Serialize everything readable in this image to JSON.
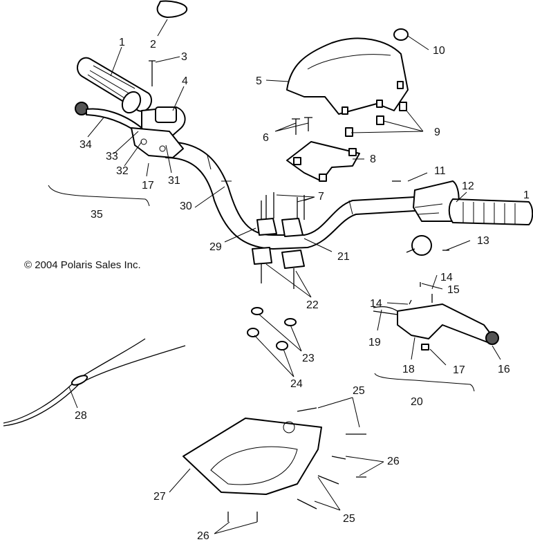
{
  "copyright": "© 2004 Polaris Sales Inc.",
  "callouts": [
    {
      "id": "c1a",
      "text": "1"
    },
    {
      "id": "c2",
      "text": "2"
    },
    {
      "id": "c3",
      "text": "3"
    },
    {
      "id": "c4",
      "text": "4"
    },
    {
      "id": "c5",
      "text": "5"
    },
    {
      "id": "c6",
      "text": "6"
    },
    {
      "id": "c7",
      "text": "7"
    },
    {
      "id": "c8",
      "text": "8"
    },
    {
      "id": "c9",
      "text": "9"
    },
    {
      "id": "c10",
      "text": "10"
    },
    {
      "id": "c11",
      "text": "11"
    },
    {
      "id": "c12",
      "text": "12"
    },
    {
      "id": "c1b",
      "text": "1"
    },
    {
      "id": "c13",
      "text": "13"
    },
    {
      "id": "c14a",
      "text": "14"
    },
    {
      "id": "c14b",
      "text": "14"
    },
    {
      "id": "c15",
      "text": "15"
    },
    {
      "id": "c16",
      "text": "16"
    },
    {
      "id": "c17a",
      "text": "17"
    },
    {
      "id": "c17b",
      "text": "17"
    },
    {
      "id": "c18",
      "text": "18"
    },
    {
      "id": "c19",
      "text": "19"
    },
    {
      "id": "c20",
      "text": "20"
    },
    {
      "id": "c21",
      "text": "21"
    },
    {
      "id": "c22",
      "text": "22"
    },
    {
      "id": "c23",
      "text": "23"
    },
    {
      "id": "c24",
      "text": "24"
    },
    {
      "id": "c25a",
      "text": "25"
    },
    {
      "id": "c25b",
      "text": "25"
    },
    {
      "id": "c26a",
      "text": "26"
    },
    {
      "id": "c26b",
      "text": "26"
    },
    {
      "id": "c27",
      "text": "27"
    },
    {
      "id": "c28",
      "text": "28"
    },
    {
      "id": "c29",
      "text": "29"
    },
    {
      "id": "c30",
      "text": "30"
    },
    {
      "id": "c31",
      "text": "31"
    },
    {
      "id": "c32",
      "text": "32"
    },
    {
      "id": "c33",
      "text": "33"
    },
    {
      "id": "c34",
      "text": "34"
    },
    {
      "id": "c35",
      "text": "35"
    }
  ]
}
